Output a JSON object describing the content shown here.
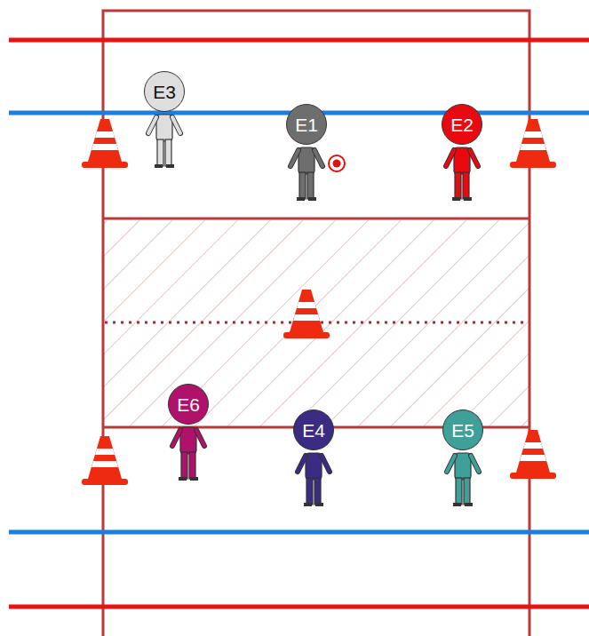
{
  "diagram": {
    "nodes": [
      {
        "text": [
          "E3"
        ]
      },
      {
        "text": [
          "E1"
        ]
      },
      {
        "text": [
          "E2"
        ]
      },
      {
        "text": [
          "E6"
        ]
      },
      {
        "text": [
          "E4"
        ]
      },
      {
        "text": [
          "E5"
        ]
      }
    ]
  }
}
